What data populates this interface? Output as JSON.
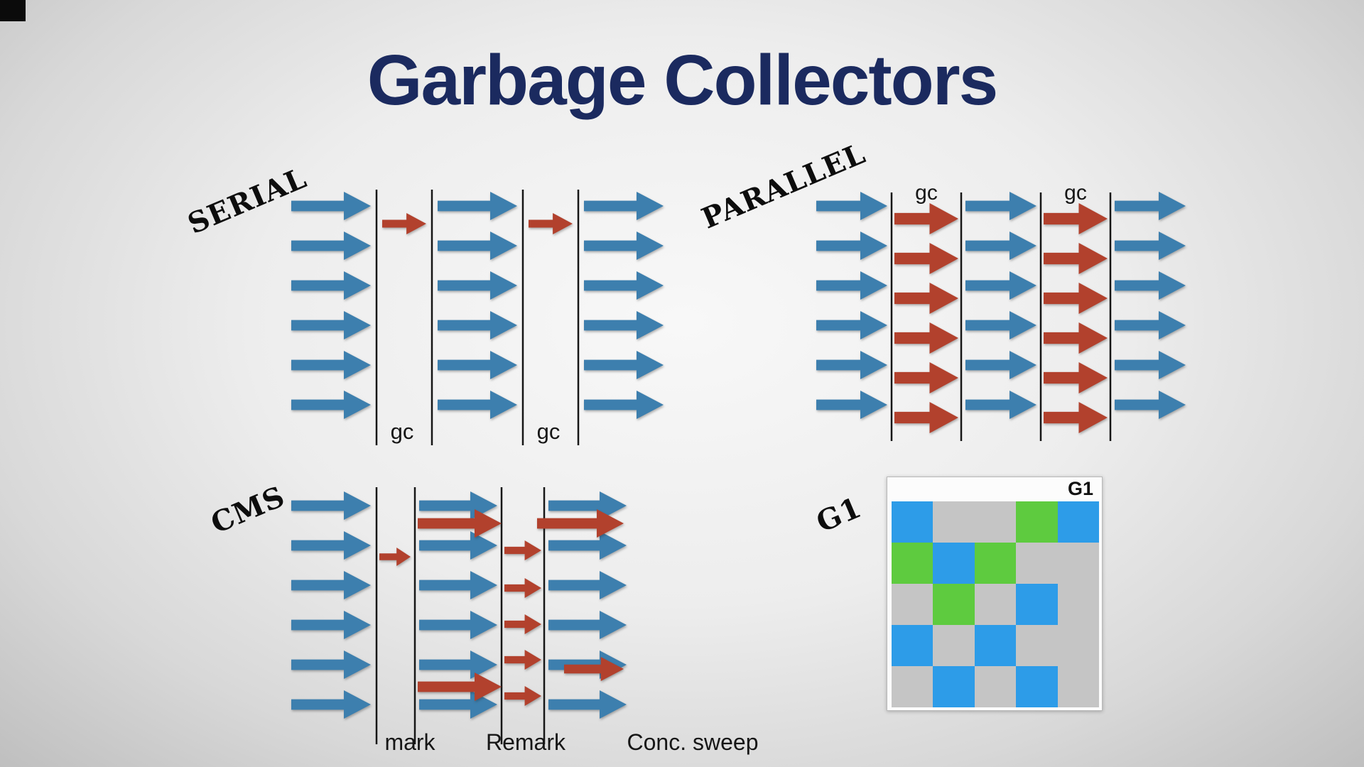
{
  "title": "Garbage Collectors",
  "colors": {
    "title": "#1b2a5f",
    "app_arrow": "#3d7fae",
    "gc_arrow": "#b2412d",
    "timeline": "#161616",
    "g1_blue": "#2d9ce8",
    "g1_green": "#5ecb3f",
    "g1_gray": "#c5c5c5"
  },
  "sections": {
    "serial": {
      "label": "SERIAL",
      "gc_label": "gc",
      "app_threads": 6,
      "gc_threads": 1,
      "gc_pauses": 2
    },
    "parallel": {
      "label": "PARALLEL",
      "gc_label": "gc",
      "app_threads": 6,
      "gc_threads": 6,
      "gc_pauses": 2
    },
    "cms": {
      "label": "CMS",
      "app_threads": 6,
      "phase_labels": [
        "mark",
        "Remark",
        "Conc. sweep"
      ]
    },
    "g1": {
      "label": "G1",
      "box_label": "G1",
      "grid": [
        [
          "blue",
          "gray",
          "gray",
          "green",
          "blue"
        ],
        [
          "green",
          "blue",
          "green",
          "gray",
          "gray"
        ],
        [
          "gray",
          "green",
          "gray",
          "blue",
          "gray"
        ],
        [
          "blue",
          "gray",
          "blue",
          "gray",
          "gray"
        ],
        [
          "gray",
          "blue",
          "gray",
          "blue",
          "gray"
        ]
      ]
    }
  }
}
